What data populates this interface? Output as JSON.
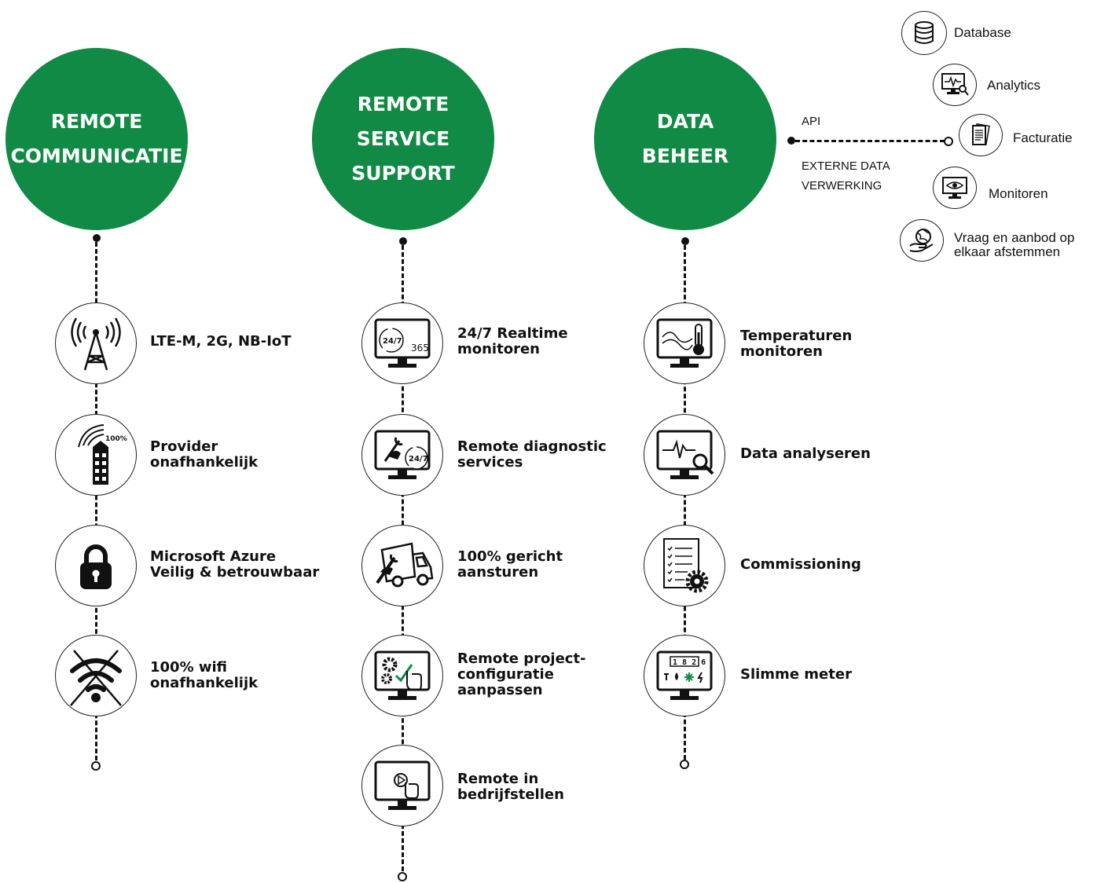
{
  "columns": [
    {
      "title_lines": [
        "REMOTE",
        "COMMUNICATIE"
      ],
      "items": [
        {
          "icon": "cell-tower-icon",
          "lines": [
            "LTE-M, 2G, NB-IoT"
          ]
        },
        {
          "icon": "building-signal-icon",
          "lines": [
            "Provider",
            "onafhankelijk"
          ],
          "badge": "100%"
        },
        {
          "icon": "padlock-icon",
          "lines": [
            "Microsoft Azure",
            "Veilig & betrouwbaar"
          ]
        },
        {
          "icon": "wifi-crossed-icon",
          "lines": [
            "100% wifi",
            "onafhankelijk"
          ]
        }
      ]
    },
    {
      "title_lines": [
        "REMOTE",
        "SERVICE",
        "SUPPORT"
      ],
      "items": [
        {
          "icon": "monitor-247-icon",
          "lines": [
            "24/7 Realtime",
            "monitoren"
          ],
          "badge": "24/7",
          "badge2": "365"
        },
        {
          "icon": "monitor-wrench-icon",
          "lines": [
            "Remote diagnostic",
            "services"
          ],
          "badge": "24/7"
        },
        {
          "icon": "truck-wrench-icon",
          "lines": [
            "100% gericht",
            "aansturen"
          ]
        },
        {
          "icon": "monitor-config-icon",
          "lines": [
            "Remote project-",
            "configuratie",
            "aanpassen"
          ]
        },
        {
          "icon": "monitor-play-icon",
          "lines": [
            "Remote in",
            "bedrijfstellen"
          ]
        }
      ]
    },
    {
      "title_lines": [
        "DATA",
        "BEHEER"
      ],
      "items": [
        {
          "icon": "monitor-thermometer-icon",
          "lines": [
            "Temperaturen",
            "monitoren"
          ]
        },
        {
          "icon": "monitor-analytics-icon",
          "lines": [
            "Data analyseren"
          ]
        },
        {
          "icon": "checklist-gear-icon",
          "lines": [
            "Commissioning"
          ]
        },
        {
          "icon": "smart-meter-icon",
          "lines": [
            "Slimme meter"
          ],
          "meter_digits": "1 8 2 6"
        }
      ]
    }
  ],
  "api": {
    "label": "API",
    "sub_label_lines": [
      "EXTERNE DATA",
      "VERWERKING"
    ]
  },
  "apps": [
    {
      "icon": "database-icon",
      "lines": [
        "Database"
      ]
    },
    {
      "icon": "analytics-monitor-icon",
      "lines": [
        "Analytics"
      ]
    },
    {
      "icon": "invoice-icon",
      "lines": [
        "Facturatie"
      ]
    },
    {
      "icon": "monitor-eye-icon",
      "lines": [
        "Monitoren"
      ]
    },
    {
      "icon": "hand-globe-icon",
      "lines": [
        "Vraag en aanbod op",
        "elkaar afstemmen"
      ]
    }
  ],
  "colors": {
    "accent": "#108a44",
    "line": "#111111"
  }
}
